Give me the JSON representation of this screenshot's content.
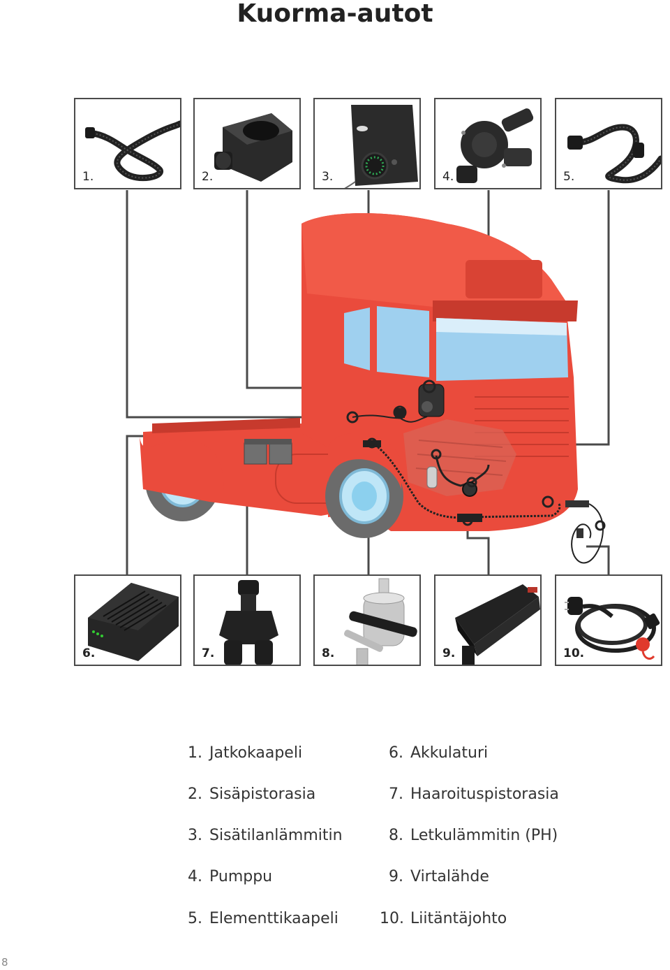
{
  "title": "Kuorma-autot",
  "page_number": "8",
  "top_items": [
    {
      "num": "1.",
      "icon": "extension-cable-icon"
    },
    {
      "num": "2.",
      "icon": "interior-socket-icon"
    },
    {
      "num": "3.",
      "icon": "interior-heater-icon"
    },
    {
      "num": "4.",
      "icon": "pump-icon"
    },
    {
      "num": "5.",
      "icon": "element-cable-icon"
    }
  ],
  "bottom_items": [
    {
      "num": "6.",
      "icon": "battery-charger-icon"
    },
    {
      "num": "7.",
      "icon": "branch-socket-icon"
    },
    {
      "num": "8.",
      "icon": "hose-heater-icon"
    },
    {
      "num": "9.",
      "icon": "power-supply-icon"
    },
    {
      "num": "10.",
      "icon": "connection-cable-icon"
    }
  ],
  "legend": {
    "left": [
      {
        "num": "1.",
        "label": "Jatkokaapeli"
      },
      {
        "num": "2.",
        "label": "Sisäpistorasia"
      },
      {
        "num": "3.",
        "label": "Sisätilanlämmitin"
      },
      {
        "num": "4.",
        "label": "Pumppu"
      },
      {
        "num": "5.",
        "label": "Elementtikaapeli"
      }
    ],
    "right": [
      {
        "num": "6.",
        "label": "Akkulaturi"
      },
      {
        "num": "7.",
        "label": "Haaroituspistorasia"
      },
      {
        "num": "8.",
        "label": "Letkulämmitin (PH)"
      },
      {
        "num": "9.",
        "label": "Virtalähde"
      },
      {
        "num": "10.",
        "label": "Liitäntäjohto"
      }
    ]
  },
  "colors": {
    "truck": "#ea4b3c",
    "truck_dark": "#c73a2d",
    "glass": "#9fd0ef",
    "tire": "#6b6b6b",
    "line": "#4a4a4a"
  }
}
